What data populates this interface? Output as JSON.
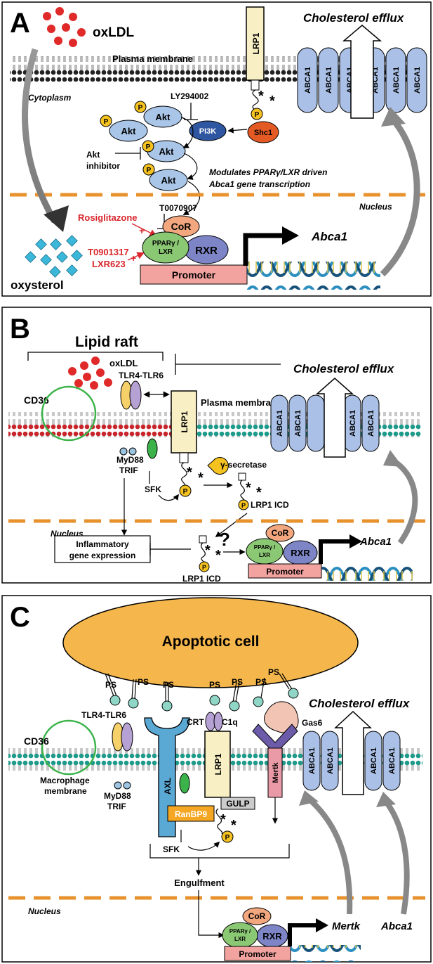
{
  "panel_a": {
    "letter": "A",
    "oxldl": "oxLDL",
    "plasma_membrane": "Plasma membrane",
    "cytoplasm": "Cytoplasm",
    "lrp1": "LRP1",
    "cholesterol_efflux": "Cholesterol efflux",
    "abca1": "ABCA1",
    "ly294002": "LY294002",
    "akt": "Akt",
    "p": "P",
    "pi3k": "PI3K",
    "shc1": "Shc1",
    "akt_inhibitor_1": "Akt",
    "akt_inhibitor_2": "inhibitor",
    "modulates_1": "Modulates PPARγ/LXR driven",
    "modulates_2": "Abca1 gene transcription",
    "nucleus": "Nucleus",
    "t0070907": "T0070907",
    "rosiglitazone": "Rosiglitazone",
    "plus": "+",
    "cor": "CoR",
    "ppar_1": "PPARγ /",
    "ppar_2": "LXR",
    "rxr": "RXR",
    "abca1_gene": "Abca1",
    "t0901317": "T0901317",
    "lxr623": "LXR623",
    "promoter": "Promoter",
    "oxysterol": "oxysterol"
  },
  "panel_b": {
    "letter": "B",
    "lipid_raft": "Lipid raft",
    "oxldl": "oxLDL",
    "tlr": "TLR4-TLR6",
    "cd36": "CD36",
    "plasma_membrane": "Plasma membrane",
    "cholesterol_efflux": "Cholesterol efflux",
    "lrp1": "LRP1",
    "abca1": "ABCA1",
    "myd88": "MyD88",
    "trif": "TRIF",
    "gamma_secretase": "γ-secretase",
    "sfk": "SFK",
    "p": "P",
    "lrp1_icd": "LRP1 ICD",
    "nucleus": "Nucleus",
    "inflammatory_1": "Inflammatory",
    "inflammatory_2": "gene expression",
    "question": "?",
    "cor": "CoR",
    "ppar_1": "PPARγ /",
    "ppar_2": "LXR",
    "rxr": "RXR",
    "abca1_gene": "Abca1",
    "promoter": "Promoter"
  },
  "panel_c": {
    "letter": "C",
    "apoptotic_cell": "Apoptotic cell",
    "ps": "PS",
    "cholesterol_efflux": "Cholesterol efflux",
    "tlr": "TLR4-TLR6",
    "crt": "CRT",
    "c1q": "C1q",
    "gas6": "Gas6",
    "cd36": "CD36",
    "axl": "AXL",
    "lrp1": "LRP1",
    "mertk": "Mertk",
    "abca1": "ABCA1",
    "macrophage_1": "Macrophage",
    "macrophage_2": "membrane",
    "myd88": "MyD88",
    "trif": "TRIF",
    "gulp": "GULP",
    "ranbp9": "RanBP9",
    "sfk": "SFK",
    "p": "P",
    "engulfment": "Engulfment",
    "nucleus": "Nucleus",
    "cor": "CoR",
    "ppar_1": "PPARγ /",
    "ppar_2": "LXR",
    "rxr": "RXR",
    "mertk_gene": "Mertk",
    "abca1_gene": "Abca1",
    "promoter": "Promoter"
  }
}
